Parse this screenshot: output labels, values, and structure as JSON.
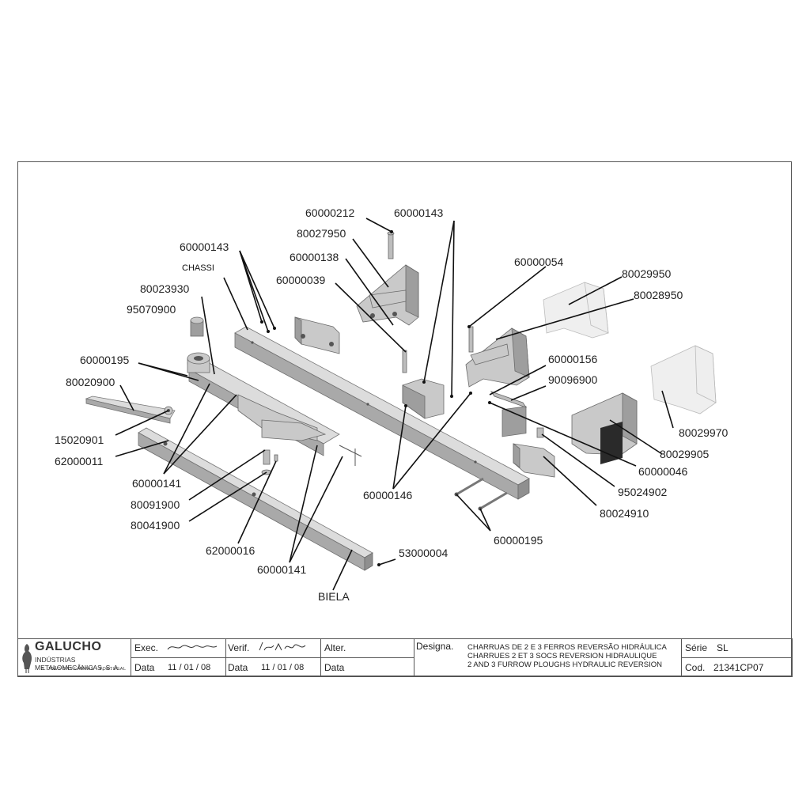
{
  "labels": {
    "l_60000212": "60000212",
    "l_60000143_top": "60000143",
    "l_80027950": "80027950",
    "l_60000138": "60000138",
    "l_60000039": "60000039",
    "l_60000054": "60000054",
    "l_80029950": "80029950",
    "l_80028950": "80028950",
    "l_60000143_left": "60000143",
    "l_chassi": "CHASSI",
    "l_80023930": "80023930",
    "l_95070900": "95070900",
    "l_60000195_left": "60000195",
    "l_80020900": "80020900",
    "l_15020901": "15020901",
    "l_62000011": "62000011",
    "l_60000141_a": "60000141",
    "l_80091900": "80091900",
    "l_80041900": "80041900",
    "l_62000016": "62000016",
    "l_60000141_b": "60000141",
    "l_biela": "BIELA",
    "l_53000004": "53000004",
    "l_60000146": "60000146",
    "l_60000156": "60000156",
    "l_90096900": "90096900",
    "l_80029970": "80029970",
    "l_80029905": "80029905",
    "l_60000046": "60000046",
    "l_95024902": "95024902",
    "l_80024910": "80024910",
    "l_60000195_right": "60000195"
  },
  "titleblock": {
    "company": "GALUCHO",
    "company_sub": "INDÚSTRIAS METALOMECÂNICAS, S. A.",
    "company_addr": "S. JOÃO DAS LAMPAS  -  PORTUGAL",
    "exec_label": "Exec.",
    "verif_label": "Verif.",
    "alter_label": "Alter.",
    "data_label_1": "Data",
    "data_value_1": "11 / 01 / 08",
    "data_label_2": "Data",
    "data_value_2": "11 / 01 / 08",
    "data_label_3": "Data",
    "designa_label": "Designa.",
    "designa_line1": "CHARRUAS DE 2 E 3 FERROS REVERSÃO HIDRÁULICA",
    "designa_line2": "CHARRUES 2 ET 3 SOCS REVERSION HIDRAULIQUE",
    "designa_line3": "2 AND 3 FURROW PLOUGHS HYDRAULIC REVERSION",
    "serie_label": "Série",
    "serie_value": "SL",
    "cod_label": "Cod.",
    "cod_value": "21341CP07"
  },
  "colors": {
    "line": "#111111",
    "metal_light": "#dcdcdc",
    "metal_mid": "#a9a9a9",
    "metal_dark": "#8f8f8f",
    "ghost": "#eeeeee"
  }
}
